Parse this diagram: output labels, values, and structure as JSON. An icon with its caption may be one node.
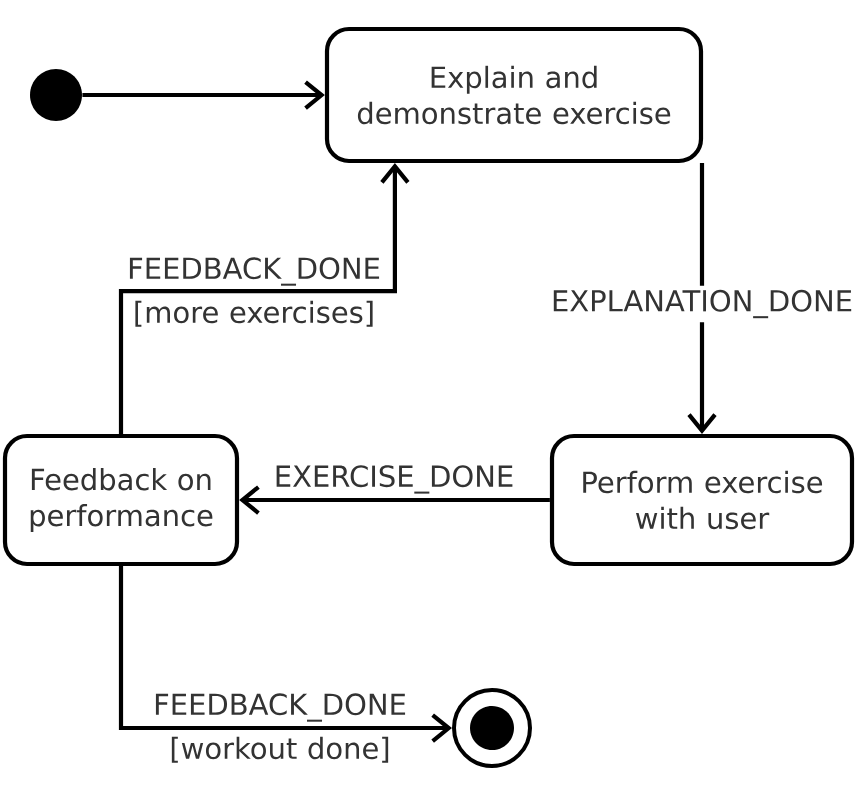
{
  "diagram": {
    "nodes": [
      {
        "text": [],
        "shape": "circle"
      },
      {
        "text": [
          "Explain and demonstrate exercise"
        ]
      },
      {
        "text": [
          "Feedback on performance"
        ]
      },
      {
        "text": [
          "Perform exercise with user"
        ]
      },
      {
        "text": [],
        "shape": "bullseye"
      }
    ],
    "edges": [
      {
        "from": 0,
        "to": 1,
        "arrow": "to"
      },
      {
        "from": 1,
        "to": 3,
        "arrow": "to",
        "label": "EXPLANATION_DONE"
      },
      {
        "from": 3,
        "to": 2,
        "arrow": "to",
        "label": "EXERCISE_DONE"
      },
      {
        "from": 2,
        "to": 1,
        "arrow": "to",
        "label": "FEEDBACK_DONE [more exercises]"
      },
      {
        "from": 2,
        "to": 4,
        "arrow": "to",
        "label": "FEEDBACK_DONE [workout done]"
      }
    ]
  }
}
